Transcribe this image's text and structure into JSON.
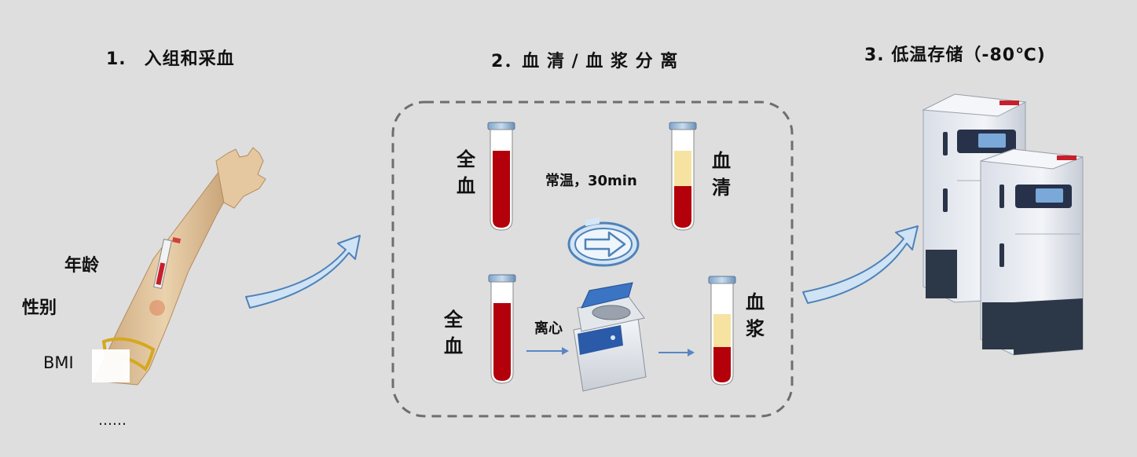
{
  "steps": {
    "step1": {
      "title": "1.　入组和采血"
    },
    "step2": {
      "title": "2．血 清 / 血 浆 分 离"
    },
    "step3": {
      "title": "3. 低温存储（-80℃)"
    }
  },
  "patient_info": {
    "items": [
      "年龄",
      "性别",
      "BMI",
      "……"
    ]
  },
  "separation": {
    "top_left_label": "全血",
    "top_right_label": "血清",
    "condition": "常温，30min",
    "bottom_left_label": "全血",
    "bottom_right_label": "血浆",
    "process": "离心"
  },
  "colors": {
    "background": "#dedede",
    "blood": "#b3000a",
    "serum": "#f6e3a2",
    "arrow_fill": "#cfe3f5",
    "arrow_stroke": "#4f82b8",
    "dashed_box": "#6e6e6e",
    "freezer_body": "#e9ecf2",
    "freezer_base": "#2c3848"
  }
}
